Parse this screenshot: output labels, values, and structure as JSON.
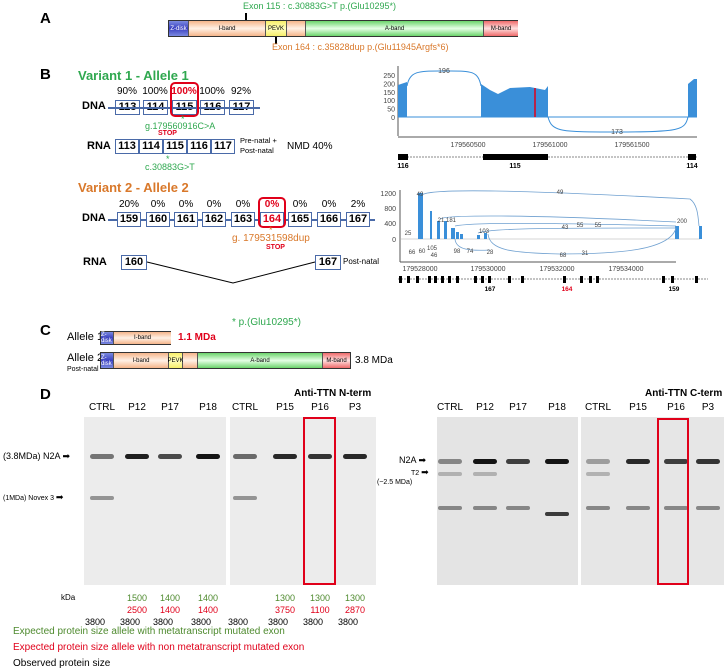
{
  "panel_a": {
    "label": "A",
    "variant1_annotation": "Exon 115 : c.30883G>T   p.(Glu10295*)",
    "variant2_annotation": "Exon 164 : c.35828dup   p.(Glu11945Argfs*6)",
    "domains": [
      "Z-disk",
      "I-band",
      "PEVK",
      "A-band",
      "M-band"
    ]
  },
  "panel_b": {
    "label": "B",
    "variant1": {
      "title": "Variant 1 - Allele 1",
      "dna_label": "DNA",
      "rna_label": "RNA",
      "exons": [
        "113",
        "114",
        "115",
        "116",
        "117"
      ],
      "percentages": [
        "90%",
        "100%",
        "100%",
        "100%",
        "92%"
      ],
      "genomic_variant": "g.179560916C>A",
      "stop": "STOP",
      "cdna_variant": "c.30883G>T",
      "rna_exons": [
        "113",
        "114",
        "115",
        "116",
        "117"
      ],
      "rna_timing": "Pre-natal + Post-natal",
      "nmd": "NMD 40%"
    },
    "variant2": {
      "title": "Variant 2 - Allele 2",
      "dna_label": "DNA",
      "rna_label": "RNA",
      "exons": [
        "159",
        "160",
        "161",
        "162",
        "163",
        "164",
        "165",
        "166",
        "167"
      ],
      "percentages": [
        "20%",
        "0%",
        "0%",
        "0%",
        "0%",
        "0%",
        "0%",
        "0%",
        "2%"
      ],
      "genomic_variant": "g. 179531598dup",
      "stop": "STOP",
      "rna_exons": [
        "160",
        "167"
      ],
      "rna_timing": "Post-natal"
    },
    "sashimi1": {
      "y_ticks": [
        "250",
        "200",
        "150",
        "100",
        "50",
        "0"
      ],
      "x_ticks": [
        "179560500",
        "179561000",
        "179561500"
      ],
      "junctions": [
        "196",
        "173"
      ],
      "exon_labels": [
        "116",
        "115",
        "114"
      ],
      "coverage_color": "#3a8fd9",
      "variant_color": "#e0001a"
    },
    "sashimi2": {
      "y_ticks": [
        "1200",
        "800",
        "400",
        "0"
      ],
      "x_ticks": [
        "179528000",
        "179530000",
        "179532000",
        "179534000"
      ],
      "junctions": [
        "49",
        "49",
        "25",
        "21",
        "181",
        "55",
        "55",
        "43",
        "200",
        "103",
        "66",
        "60",
        "105",
        "46",
        "98",
        "74",
        "28",
        "68",
        "31"
      ],
      "exon_labels": [
        "167",
        "164",
        "159"
      ]
    }
  },
  "panel_c": {
    "label": "C",
    "annotation": "p.(Glu10295*)",
    "allele1": {
      "label": "Allele 1",
      "size": "1.1 MDa"
    },
    "allele2": {
      "label": "Allele 2",
      "sublabel": "Post-natal",
      "size": "3.8 MDa"
    }
  },
  "panel_d": {
    "label": "D",
    "nterm_title": "Anti-TTN N-term",
    "cterm_title": "Anti-TTN C-term",
    "lanes_nterm": [
      "CTRL",
      "P12",
      "P17",
      "P18",
      "CTRL",
      "P15",
      "P16",
      "P3"
    ],
    "lanes_cterm": [
      "CTRL",
      "P12",
      "P17",
      "P18",
      "CTRL",
      "P15",
      "P16",
      "P3"
    ],
    "marker_n2a_left": "(3.8MDa) N2A",
    "marker_novex": "(1MDa) Novex 3",
    "marker_n2a_right": "N2A",
    "marker_t2": "T2",
    "marker_t2_size": "(~2.5 MDa)",
    "kda_label": "kDa",
    "expected_metatranscript": [
      "",
      "1500",
      "1400",
      "1400",
      "",
      "1300",
      "1300",
      "1300"
    ],
    "expected_non_metatranscript": [
      "",
      "2500",
      "1400",
      "1400",
      "",
      "3750",
      "1100",
      "2870"
    ],
    "observed": [
      "3800",
      "3800",
      "3800",
      "3800",
      "3800",
      "3800",
      "3800",
      "3800"
    ],
    "legend": {
      "metatranscript": "Expected protein size allele with metatranscript mutated exon",
      "non_metatranscript": "Expected protein size allele with non metatranscript mutated exon",
      "observed": "Observed protein size"
    },
    "colors": {
      "green": "#4e8a2e",
      "red": "#e0001a"
    }
  }
}
